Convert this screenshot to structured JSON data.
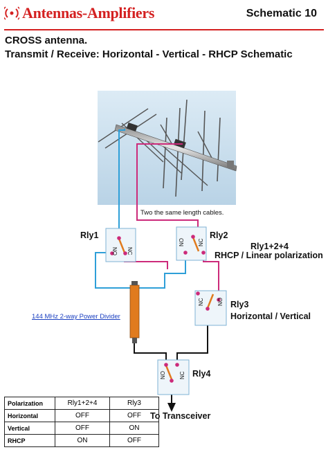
{
  "header": {
    "brand": "Antennas-Amplifiers",
    "sheet": "Schematic 10",
    "logo_icon": "wave-emitter-icon",
    "accent": "#d42020"
  },
  "title": {
    "line1": "CROSS antenna.",
    "line2": "Transmit / Receive: Horizontal - Vertical - RHCP Schematic"
  },
  "cable_note": "Two the same length cables.",
  "relays": {
    "rly1": {
      "name": "Rly1",
      "no": "NO",
      "nc": "NC"
    },
    "rly2": {
      "name": "Rly2",
      "no": "NO",
      "nc": "NC"
    },
    "rly3": {
      "name": "Rly3",
      "no": "NO",
      "nc": "NC",
      "caption": "Horizontal / Vertical"
    },
    "rly4": {
      "name": "Rly4",
      "no": "NO",
      "nc": "NC"
    }
  },
  "group_label": {
    "line1": "Rly1+2+4",
    "line2": "RHCP / Linear polarization"
  },
  "power_divider": "144 MHz 2-way Power Divider",
  "to_transceiver": "To Transceiver",
  "wire_colors": {
    "blue": "#2e9fd8",
    "magenta": "#cc2a7a",
    "black": "#111111",
    "divider": "#e07b1e"
  },
  "table": {
    "headers": [
      "Polarization",
      "Rly1+2+4",
      "Rly3"
    ],
    "rows": [
      [
        "Horizontal",
        "OFF",
        "OFF"
      ],
      [
        "Vertical",
        "OFF",
        "ON"
      ],
      [
        "RHCP",
        "ON",
        "OFF"
      ]
    ]
  }
}
